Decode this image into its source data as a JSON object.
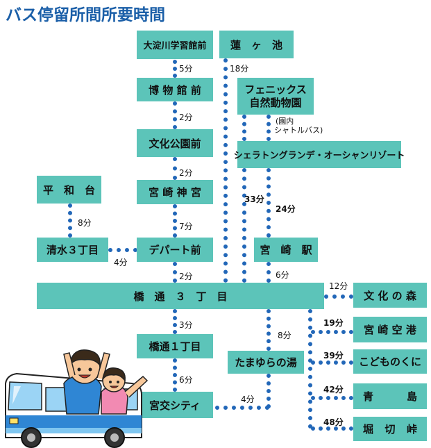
{
  "title": "バス停留所間所要時間",
  "stops": {
    "oyodogawa": "大淀川学習館前",
    "hakubutsukan": "博 物 館 前",
    "bunka_koen": "文化公園前",
    "miyazaki_jingu": "宮 崎 神 宮",
    "depart": "デパート前",
    "hashidori3": "橋　通　３　丁　目",
    "hashidori1": "橋通１丁目",
    "miyako_city": "宮交シティ",
    "hasugaike": "蓮　ヶ　池",
    "phoenix_zoo_line1": "フェニックス",
    "phoenix_zoo_line2": "自然動物園",
    "sheraton": "シェラトングランデ・オーシャンリゾート",
    "miyazaki_eki": "宮　崎　駅",
    "tamayura": "たまゆらの湯",
    "heiwadai": "平　和　台",
    "shimizu3": "清水３丁目",
    "bunka_mori": "文 化 の 森",
    "airport": "宮 崎 空 港",
    "kodomo": "こどものくに",
    "aoshima_a": "青",
    "aoshima_b": "島",
    "horikiri_a": "堀",
    "horikiri_b": "切",
    "horikiri_c": "峠"
  },
  "times": {
    "oyodogawa_hakubutsukan": "5分",
    "hakubutsukan_bunka": "2分",
    "bunka_jingu": "2分",
    "jingu_depart": "7分",
    "depart_hashidori3": "2分",
    "hashidori3_hashidori1": "3分",
    "hashidori1_miyako": "6分",
    "hasugaike": "18分",
    "zoo_line": "33分",
    "sheraton_eki": "24分",
    "eki_hashidori3": "6分",
    "tamayura_miyako": "4分",
    "tamayura": "8分",
    "heiwadai_shimizu": "8分",
    "shimizu_depart": "4分",
    "bunka_mori": "12分",
    "airport": "19分",
    "kodomo": "39分",
    "aoshima": "42分",
    "horikiri": "48分"
  },
  "notes": {
    "shuttle_line1": "(園内",
    "shuttle_line2": "シャトルバス)"
  },
  "colors": {
    "title": "#1b5fa8",
    "box": "#5cc4b9",
    "route": "#2267b8"
  },
  "illustration": "bus-with-children-illustration"
}
